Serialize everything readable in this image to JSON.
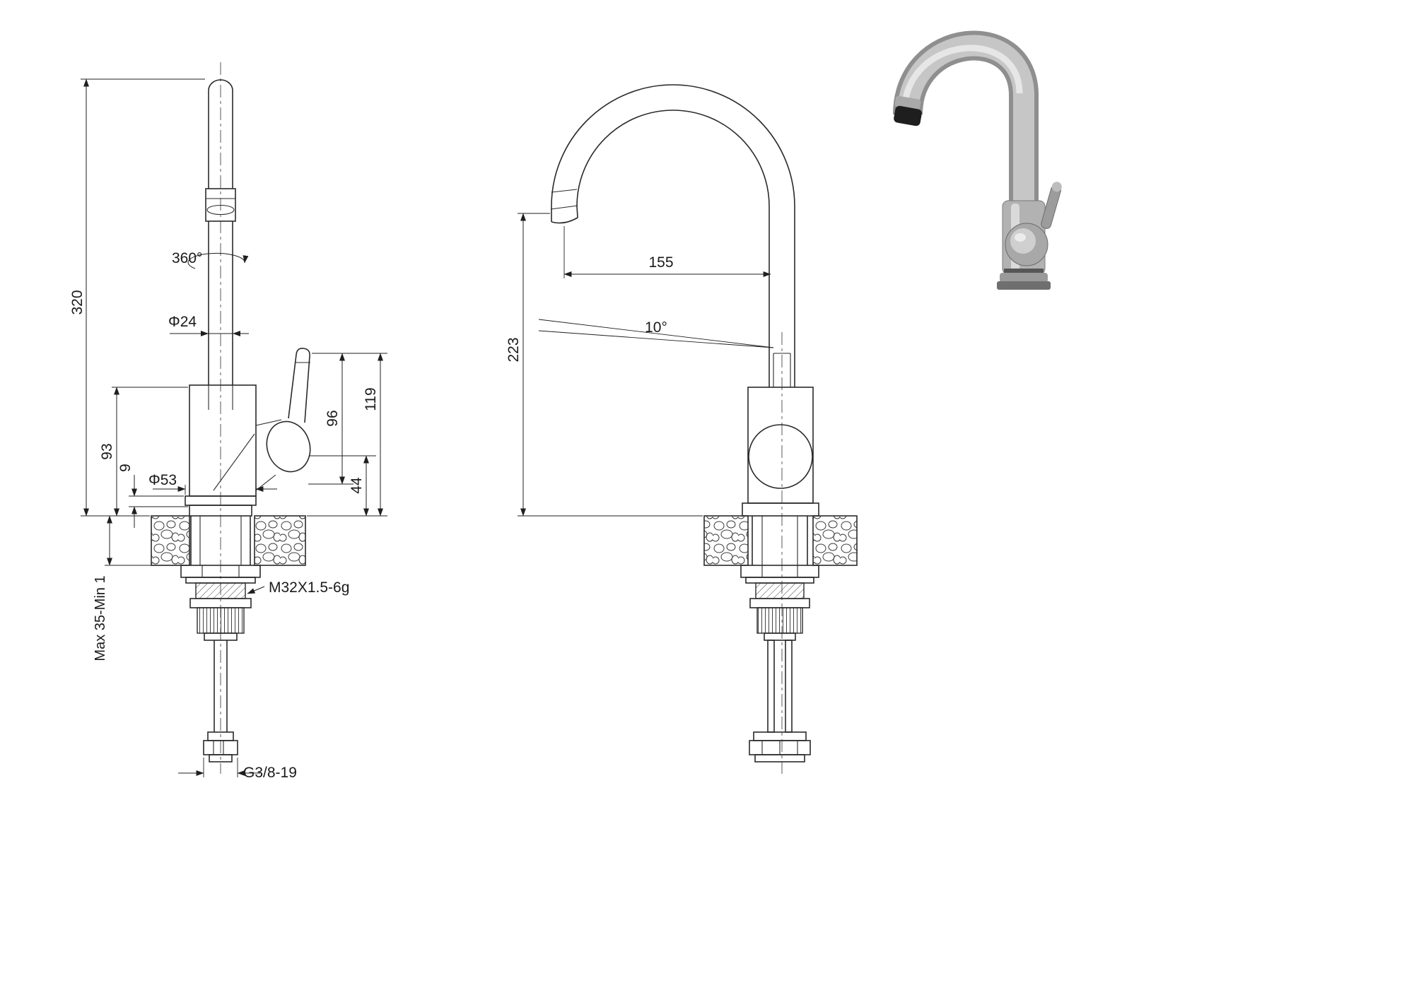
{
  "side_view": {
    "total_height": "320",
    "swivel_angle": "360°",
    "spout_diameter": "Φ24",
    "body_height": "93",
    "flange_height": "9",
    "base_diameter": "Φ53",
    "deck_thickness_range": "Max 35-Min 1",
    "mount_thread": "M32X1.5-6g",
    "hose_thread": "G3/8-19",
    "handle_height": "96",
    "overall_height_to_handle": "119",
    "spout_base_height": "44"
  },
  "front_view": {
    "spout_reach": "155",
    "swivel_tilt": "10°",
    "spout_outlet_height": "223"
  }
}
